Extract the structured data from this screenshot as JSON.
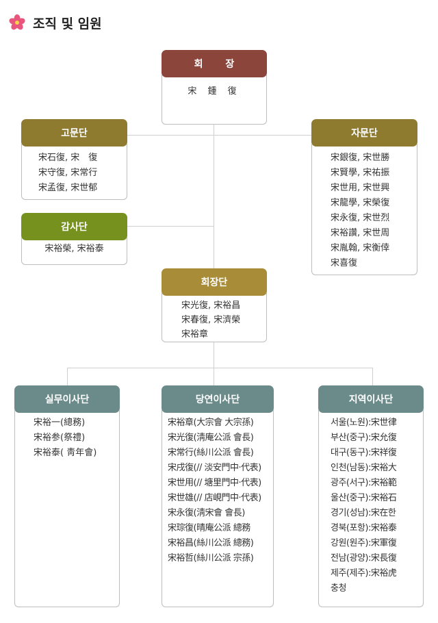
{
  "title": "조직 및 임원",
  "icons": {
    "title_icon": "pink-flower-icon"
  },
  "colors": {
    "chairman": "#8b453b",
    "advisors": "#8e7b2f",
    "auditors": "#76911e",
    "chairman_group": "#a98c37",
    "directors": "#6b8b8a"
  },
  "chairman": {
    "label": "회 장",
    "members": [
      "宋 鍾 復"
    ]
  },
  "advisors": {
    "label": "고문단",
    "members": [
      "宋石復, 宋　復",
      "宋守復, 宋常行",
      "宋孟復, 宋世郁"
    ]
  },
  "consultants": {
    "label": "자문단",
    "members": [
      "宋銀復, 宋世勝",
      "宋賢學, 宋祐振",
      "宋世用, 宋世興",
      "宋龍學, 宋榮復",
      "宋永復, 宋世烈",
      "宋裕讚, 宋世周",
      "宋胤翰, 宋衡倖",
      "宋喜復"
    ]
  },
  "auditors": {
    "label": "감사단",
    "members": [
      "宋裕榮, 宋裕泰"
    ]
  },
  "chairman_group": {
    "label": "회장단",
    "members": [
      "宋光復, 宋裕昌",
      "宋春復, 宋濟榮",
      "宋裕章"
    ]
  },
  "practical_directors": {
    "label": "실무이사단",
    "members": [
      "宋裕一(總務)",
      "宋裕参(祭禮)",
      "宋裕泰( 靑年會)"
    ]
  },
  "clan_directors": {
    "label": "당연이사단",
    "members": [
      "宋裕章(大宗會 大宗孫)",
      "宋光復(淸庵公派 會長)",
      "宋常行(絲川公派 會長)",
      "宋戌復(// 淡安門中·代表)",
      "宋世用(// 塘里門中·代表)",
      "宋世雄(// 店峴門中·代表)",
      "宋永復(淸宋會  會長)",
      "宋琮復(晴庵公派 總務",
      "宋裕昌(絲川公派 總務)",
      "宋裕哲(絲川公派 宗孫)"
    ]
  },
  "regional_directors": {
    "label": "지역이사단",
    "members": [
      "서울(노원):宋世律",
      "부산(중구):宋允復",
      "대구(동구):宋祥復",
      "인천(남동):宋裕大",
      "광주(서구):宋裕範",
      "울산(중구):宋裕石",
      "경기(성남):宋在한",
      "경북(포항):宋裕泰",
      "강원(원주):宋軍復",
      "전남(광양):宋長復",
      "제주(제주):宋裕虎",
      "충청"
    ]
  }
}
